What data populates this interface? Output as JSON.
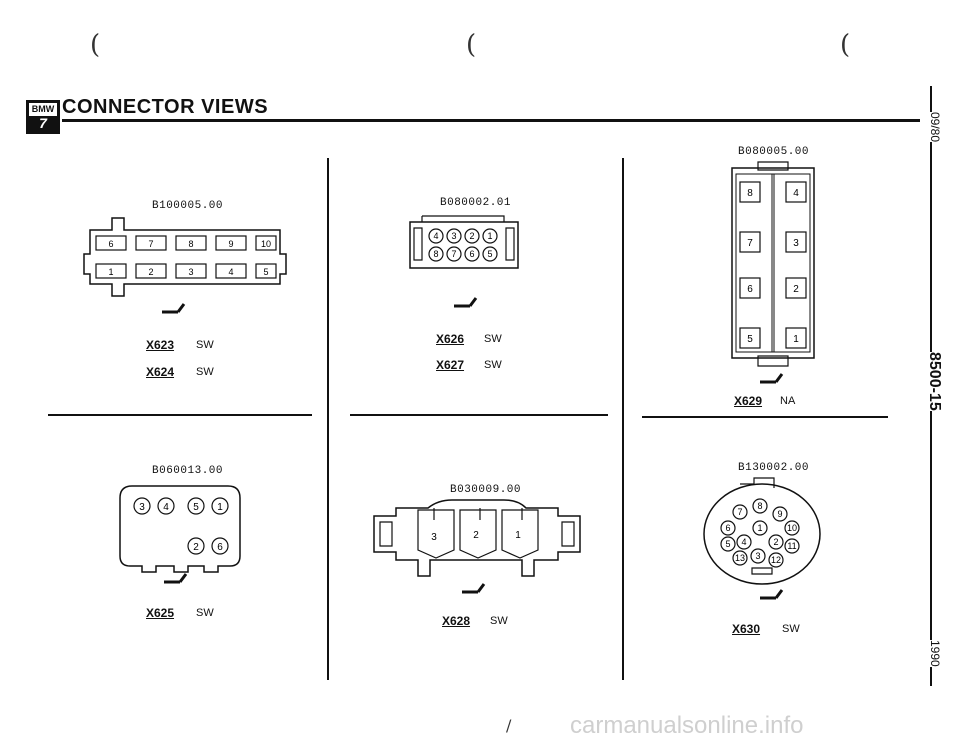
{
  "top_marks": [
    "(",
    "(",
    "("
  ],
  "bottom_mark": "/",
  "header": {
    "logo_top": "BMW",
    "logo_number": "7",
    "title": "CONNECTOR VIEWS"
  },
  "side_labels": {
    "top": "09/80",
    "middle": "8500-15",
    "bottom": "1990"
  },
  "connectors": [
    {
      "code": "B100005.00",
      "pins_top": [
        "6",
        "7",
        "8",
        "9",
        "10"
      ],
      "pins_bottom": [
        "1",
        "2",
        "3",
        "4",
        "5"
      ],
      "items": [
        {
          "id": "X623",
          "color": "SW"
        },
        {
          "id": "X624",
          "color": "SW"
        }
      ]
    },
    {
      "code": "B080002.01",
      "pins_top": [
        "4",
        "3",
        "2",
        "1"
      ],
      "pins_bottom": [
        "8",
        "7",
        "6",
        "5"
      ],
      "items": [
        {
          "id": "X626",
          "color": "SW"
        },
        {
          "id": "X627",
          "color": "SW"
        }
      ]
    },
    {
      "code": "B080005.00",
      "pins_left": [
        "8",
        "7",
        "6",
        "5"
      ],
      "pins_right": [
        "4",
        "3",
        "2",
        "1"
      ],
      "items": [
        {
          "id": "X629",
          "color": "NA"
        }
      ]
    },
    {
      "code": "B060013.00",
      "pins_top": [
        "3",
        "4",
        "5",
        "1"
      ],
      "pins_bottom": [
        "2",
        "6"
      ],
      "items": [
        {
          "id": "X625",
          "color": "SW"
        }
      ]
    },
    {
      "code": "B030009.00",
      "pins": [
        "3",
        "2",
        "1"
      ],
      "items": [
        {
          "id": "X628",
          "color": "SW"
        }
      ]
    },
    {
      "code": "B130002.00",
      "pins": [
        "7",
        "8",
        "9",
        "6",
        "1",
        "10",
        "5",
        "4",
        "2",
        "11",
        "13",
        "3",
        "12"
      ],
      "items": [
        {
          "id": "X630",
          "color": "SW"
        }
      ]
    }
  ],
  "watermark": "carmanualsonline.info"
}
